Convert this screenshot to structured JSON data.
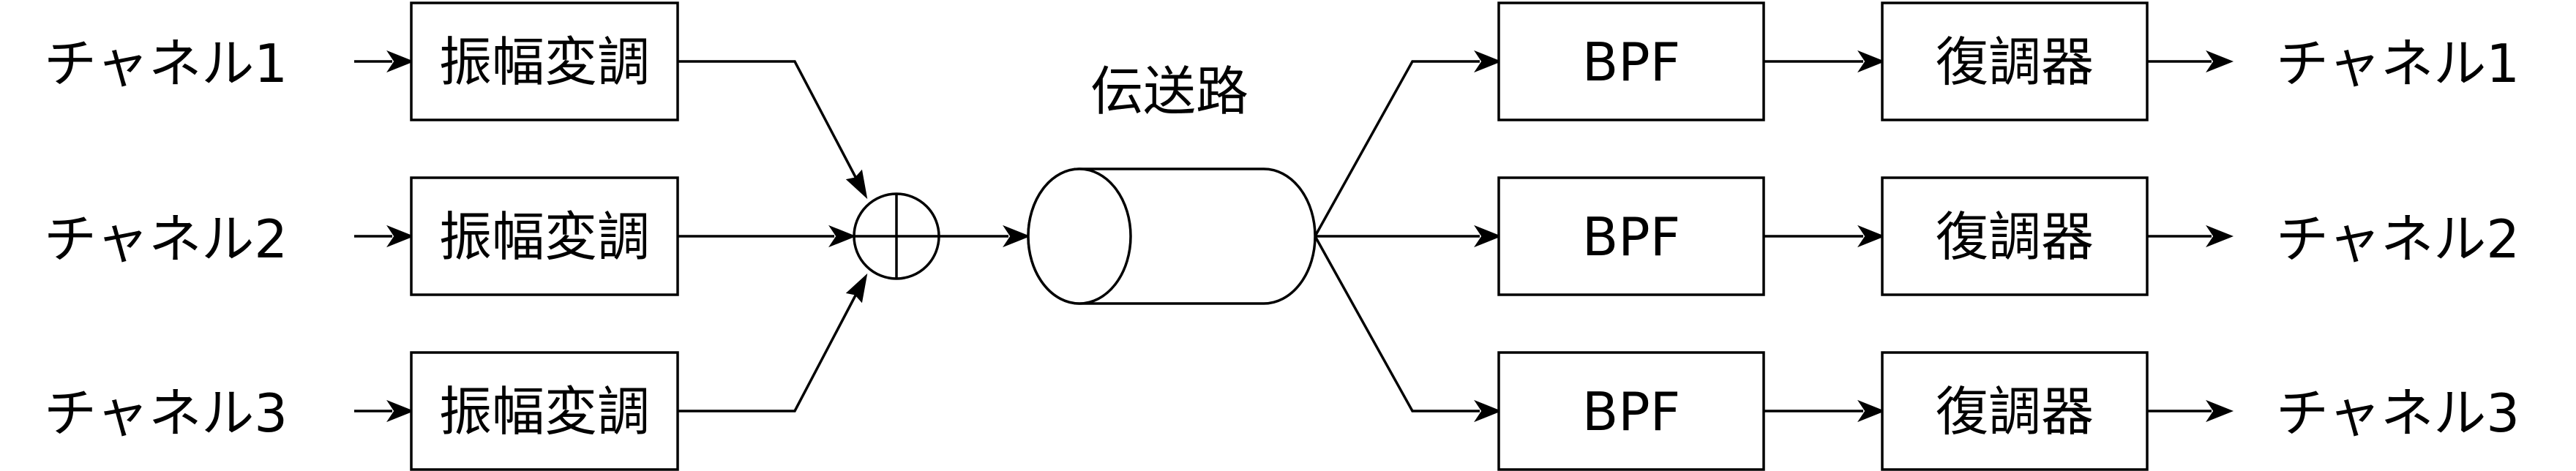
{
  "inputs": [
    "チャネル1",
    "チャネル2",
    "チャネル3"
  ],
  "modulator_label": "振幅変調",
  "channel_label": "伝送路",
  "filter_label": "BPF",
  "demodulator_label": "復調器",
  "outputs": [
    "チャネル1",
    "チャネル2",
    "チャネル3"
  ]
}
